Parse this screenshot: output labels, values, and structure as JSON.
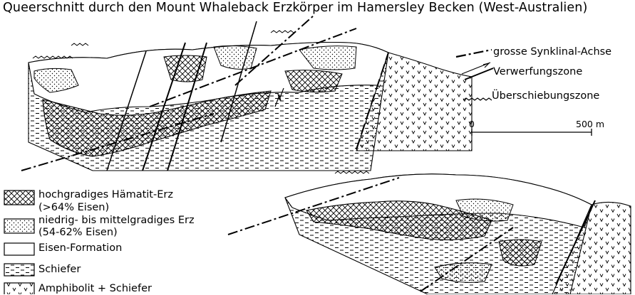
{
  "title": "Queerschnitt durch den Mount Whaleback Erzkörper im Hamersley Becken (West-Australien)",
  "key": {
    "syncline_axis": "grosse Synklinal-Achse",
    "fault_zone": "Verwerfungszone",
    "thrust_zone": "Überschiebungszone"
  },
  "scale": {
    "start": "0",
    "end": "500 m"
  },
  "legend": {
    "high_grade_1": "hochgradiges Hämatit-Erz",
    "high_grade_2": "(>64% Eisen)",
    "low_grade_1": "niedrig- bis mittelgradiges Erz",
    "low_grade_2": "(54-62% Eisen)",
    "iron_formation": "Eisen-Formation",
    "shale": "Schiefer",
    "amphibolite": "Amphibolit + Schiefer"
  }
}
